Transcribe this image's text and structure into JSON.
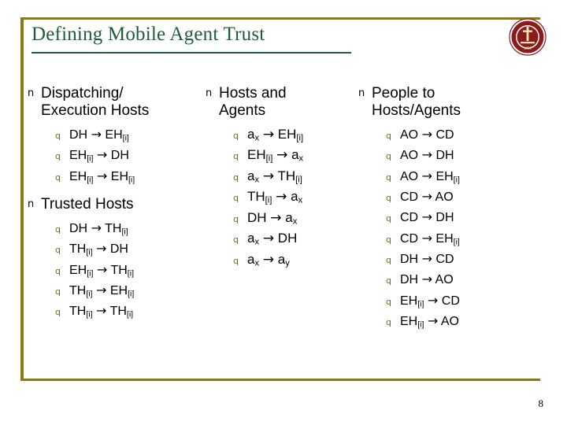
{
  "slide": {
    "title": "Defining Mobile Agent Trust",
    "page_number": "8",
    "accent_color": "#8a7a12",
    "title_color": "#1f5d3a",
    "bullet_l1": "n",
    "bullet_l2": "q"
  },
  "columns": [
    {
      "sections": [
        {
          "heading_line1": "Dispatching/",
          "heading_line2": "Execution Hosts",
          "items": [
            {
              "left": "DH",
              "arrow": "→",
              "right": "EH",
              "right_sub": "[i]",
              "left_sub": ""
            },
            {
              "left": "EH",
              "left_sub": "[i]",
              "arrow": "→",
              "right": "DH",
              "right_sub": ""
            },
            {
              "left": "EH",
              "left_sub": "[i]",
              "arrow": "→",
              "right": "EH",
              "right_sub": "[i]"
            }
          ]
        },
        {
          "heading_line1": "Trusted Hosts",
          "heading_line2": "",
          "items": [
            {
              "left": "DH",
              "left_sub": "",
              "arrow": "→",
              "right": "TH",
              "right_sub": "[i]"
            },
            {
              "left": "TH",
              "left_sub": "[i]",
              "arrow": "→",
              "right": "DH",
              "right_sub": ""
            },
            {
              "left": "EH",
              "left_sub": "[i]",
              "arrow": "→",
              "right": "TH",
              "right_sub": "[i]"
            },
            {
              "left": "TH",
              "left_sub": "[i]",
              "arrow": "→",
              "right": "EH",
              "right_sub": "[i]"
            },
            {
              "left": "TH",
              "left_sub": "[i]",
              "arrow": "→",
              "right": "TH",
              "right_sub": "[i]"
            }
          ]
        }
      ]
    },
    {
      "sections": [
        {
          "heading_line1": "Hosts and",
          "heading_line2": "Agents",
          "items": [
            {
              "left": "a",
              "left_sub": "x",
              "arrow": "→",
              "right": "EH",
              "right_sub": "[i]"
            },
            {
              "left": "EH",
              "left_sub": "[i]",
              "arrow": "→",
              "right": "a",
              "right_sub": "x"
            },
            {
              "left": "a",
              "left_sub": "x",
              "arrow": "→",
              "right": "TH",
              "right_sub": "[i]"
            },
            {
              "left": "TH",
              "left_sub": "[i]",
              "arrow": "→",
              "right": "a",
              "right_sub": "x"
            },
            {
              "left": "DH",
              "left_sub": "",
              "arrow": "→",
              "right": "a",
              "right_sub": "x"
            },
            {
              "left": "a",
              "left_sub": "x",
              "arrow": "→",
              "right": "DH",
              "right_sub": ""
            },
            {
              "left": "a",
              "left_sub": "x",
              "arrow": "→",
              "right": "a",
              "right_sub": "y"
            }
          ]
        }
      ]
    },
    {
      "sections": [
        {
          "heading_line1": "People to",
          "heading_line2": "Hosts/Agents",
          "items": [
            {
              "left": "AO",
              "left_sub": "",
              "arrow": "→",
              "right": "CD",
              "right_sub": ""
            },
            {
              "left": "AO",
              "left_sub": "",
              "arrow": "→",
              "right": "DH",
              "right_sub": ""
            },
            {
              "left": "AO",
              "left_sub": "",
              "arrow": "→",
              "right": "EH",
              "right_sub": "[i]"
            },
            {
              "left": "CD",
              "left_sub": "",
              "arrow": "→",
              "right": "AO",
              "right_sub": ""
            },
            {
              "left": "CD",
              "left_sub": "",
              "arrow": "→",
              "right": "DH",
              "right_sub": ""
            },
            {
              "left": "CD",
              "left_sub": "",
              "arrow": "→",
              "right": "EH",
              "right_sub": "[i]"
            },
            {
              "left": "DH",
              "left_sub": "",
              "arrow": "→",
              "right": "CD",
              "right_sub": ""
            },
            {
              "left": "DH",
              "left_sub": "",
              "arrow": "→",
              "right": "AO",
              "right_sub": ""
            },
            {
              "left": "EH",
              "left_sub": "[i]",
              "arrow": "→",
              "right": "CD",
              "right_sub": ""
            },
            {
              "left": "EH",
              "left_sub": "[i]",
              "arrow": "→",
              "right": "AO",
              "right_sub": ""
            }
          ]
        }
      ]
    }
  ]
}
